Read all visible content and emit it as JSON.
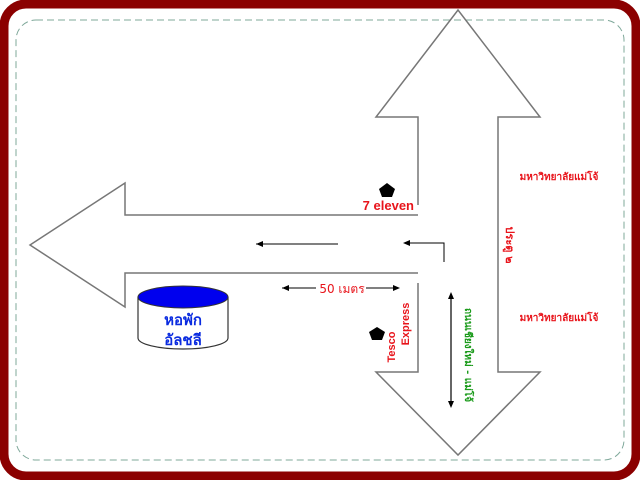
{
  "colors": {
    "frame": "#8b0000",
    "dash": "#7fa89a",
    "label_red": "#e8141b",
    "label_green": "#1a9a1a",
    "label_blue": "#0a2be0",
    "tank": "#0000ee"
  },
  "labels": {
    "seven_eleven": "7 eleven",
    "tesco": "Tesco",
    "express": "Express",
    "distance": "50 เมตร",
    "dorm_line1": "หอพัก",
    "dorm_line2": "อัลชลี",
    "university_top": "มหาวิทยาลัยแม่โจ้",
    "university_bottom": "มหาวิทยาลัยแม่โจ้",
    "gate": "ประตู ๒",
    "road": "ถนนเชียงใหม่ - แม่โจ้"
  }
}
